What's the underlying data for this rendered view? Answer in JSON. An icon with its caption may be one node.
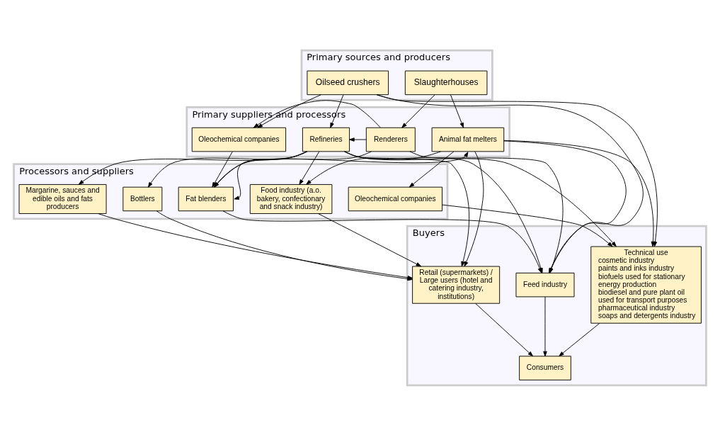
{
  "diagram": {
    "nodes": [
      {
        "text": [
          "Primary sources and producers"
        ]
      },
      {
        "text": [
          "Oilseed crushers"
        ],
        "in": 0
      },
      {
        "text": [
          "Slaughterhouses"
        ],
        "in": 0
      },
      {
        "text": [
          "Primary suppliers and processors"
        ]
      },
      {
        "text": [
          "Refineries"
        ],
        "in": 3
      },
      {
        "text": [
          "Oleochemical companies"
        ],
        "in": 3
      },
      {
        "text": [
          "Renderers"
        ],
        "in": 3
      },
      {
        "text": [
          "Animal fat melters"
        ],
        "in": 3
      },
      {
        "text": [
          "Processors and suppliers"
        ]
      },
      {
        "text": [
          "Bottlers"
        ],
        "in": 8
      },
      {
        "text": [
          "Margarine, sauces and edible oils and fats producers"
        ],
        "in": 8
      },
      {
        "text": [
          "Food industry (a.o. bakery, confectionary and snack industry)"
        ],
        "in": 8
      },
      {
        "text": [
          "Fat blenders"
        ],
        "in": 8
      },
      {
        "text": [
          "Oleochemical companies"
        ],
        "in": 8
      },
      {
        "text": [
          "Buyers"
        ]
      },
      {
        "text": [
          "Retail (supermarkets) / Large users (hotel and catering industry, institutions)"
        ],
        "in": 14
      },
      {
        "text": [
          "Feed industry"
        ],
        "in": 14
      },
      {
        "text": [
          "Technical use",
          "cosmetic industry",
          "paints and inks industry",
          "biofuels used for stationary energy production",
          "biodiesel and pure plant oil used for transport purposes",
          "pharmaceutical industry",
          "soaps and detergents industry"
        ],
        "in": 14
      },
      {
        "text": [
          "Consumers"
        ],
        "in": 14
      }
    ],
    "edges": [
      {
        "from": 1,
        "to": 4,
        "arrow": "to"
      },
      {
        "from": 1,
        "to": 5,
        "arrow": "to"
      },
      {
        "from": 1,
        "to": 16,
        "arrow": "to"
      },
      {
        "from": 1,
        "to": 17,
        "arrow": "to"
      },
      {
        "from": 2,
        "to": 6,
        "arrow": "to"
      },
      {
        "from": 2,
        "to": 7,
        "arrow": "to"
      },
      {
        "from": 4,
        "to": 9,
        "arrow": "to"
      },
      {
        "from": 4,
        "to": 15,
        "arrow": "to"
      },
      {
        "from": 4,
        "to": 10,
        "arrow": "to"
      },
      {
        "from": 4,
        "to": 11,
        "arrow": "to"
      },
      {
        "from": 4,
        "to": 16,
        "arrow": "to"
      },
      {
        "from": 4,
        "to": 17,
        "arrow": "to"
      },
      {
        "from": 4,
        "to": 12,
        "arrow": "to"
      },
      {
        "from": 6,
        "to": 4,
        "arrow": "to"
      },
      {
        "from": 6,
        "to": 5,
        "arrow": "to"
      },
      {
        "from": 6,
        "to": 12,
        "arrow": "to"
      },
      {
        "from": 6,
        "to": 16,
        "arrow": "to"
      },
      {
        "from": 7,
        "to": 15,
        "arrow": "to"
      },
      {
        "from": 7,
        "to": 11,
        "arrow": "to"
      },
      {
        "from": 7,
        "to": 12,
        "arrow": "both"
      },
      {
        "from": 7,
        "to": 16,
        "arrow": "to"
      },
      {
        "from": 7,
        "to": 13,
        "arrow": "to"
      },
      {
        "from": 7,
        "to": 17,
        "arrow": "to"
      },
      {
        "from": 5,
        "to": 12,
        "arrow": "to"
      },
      {
        "from": 9,
        "to": 15,
        "arrow": "to"
      },
      {
        "from": 10,
        "to": 15,
        "arrow": "to"
      },
      {
        "from": 11,
        "to": 15,
        "arrow": "to"
      },
      {
        "from": 12,
        "to": 16,
        "arrow": "to"
      },
      {
        "from": 13,
        "to": 17,
        "arrow": "to"
      },
      {
        "from": 15,
        "to": 18,
        "arrow": "to"
      },
      {
        "from": 16,
        "to": 18,
        "arrow": "to"
      },
      {
        "from": 17,
        "to": 18,
        "arrow": "to"
      }
    ]
  }
}
